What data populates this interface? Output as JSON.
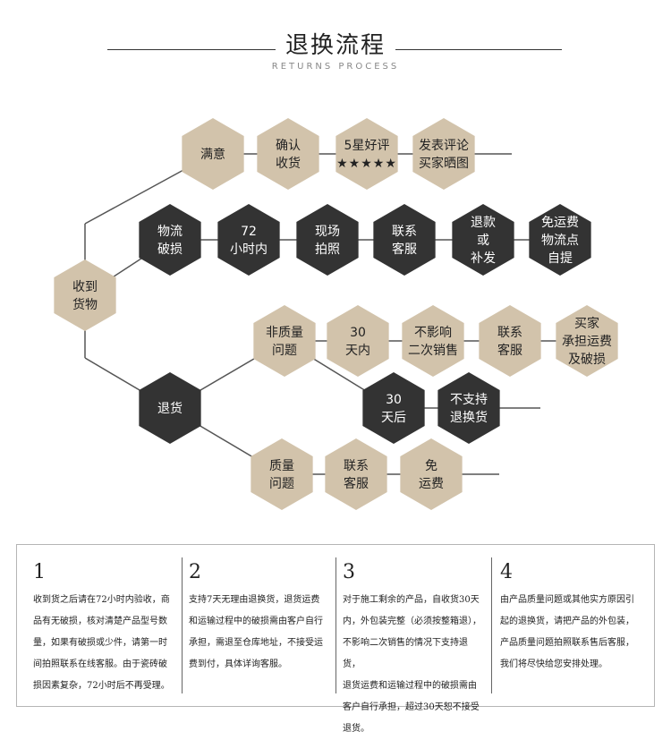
{
  "header": {
    "title": "退换流程",
    "subtitle": "RETURNS PROCESS"
  },
  "colors": {
    "tan": "#d2c3ab",
    "dark": "#333333",
    "line": "#555555",
    "text_dark_hex": "#222222",
    "text_light_hex": "#ffffff"
  },
  "flow": {
    "start": [
      "收到",
      "货物"
    ],
    "branch_satisfied": {
      "nodes": [
        [
          "满意"
        ],
        [
          "确认",
          "收货"
        ],
        [
          "5星好评",
          "★★★★★"
        ],
        [
          "发表评论",
          "买家晒图"
        ]
      ]
    },
    "branch_damaged": {
      "nodes": [
        [
          "物流",
          "破损"
        ],
        [
          "72",
          "小时内"
        ],
        [
          "现场",
          "拍照"
        ],
        [
          "联系",
          "客服"
        ],
        [
          "退款",
          "或",
          "补发"
        ],
        [
          "免运费",
          "物流点",
          "自提"
        ]
      ]
    },
    "branch_return": {
      "root": [
        "退货"
      ],
      "non_quality": [
        [
          "非质量",
          "问题"
        ],
        [
          "30",
          "天内"
        ],
        [
          "不影响",
          "二次销售"
        ],
        [
          "联系",
          "客服"
        ],
        [
          "买家",
          "承担运费",
          "及破损"
        ]
      ],
      "after_30": [
        [
          "30",
          "天后"
        ],
        [
          "不支持",
          "退换货"
        ]
      ],
      "quality": [
        [
          "质量",
          "问题"
        ],
        [
          "联系",
          "客服"
        ],
        [
          "免",
          "运费"
        ]
      ]
    }
  },
  "notes": [
    {
      "num": "1",
      "text": [
        "收到货之后请在72小时内验收，商",
        "品有无破损，核对清楚产品型号数",
        "量，如果有破损或少件，请第一时",
        "间拍照联系在线客服。由于瓷砖破",
        "损因素复杂，72小时后不再受理。"
      ]
    },
    {
      "num": "2",
      "text": [
        "支持7天无理由退换货，退货运费",
        "和运输过程中的破损需由客户自行",
        "承担，需退至仓库地址，不接受运",
        "费到付，具体详询客服。"
      ]
    },
    {
      "num": "3",
      "text": [
        "对于施工剩余的产品，自收货30天",
        "内，外包装完整（必须按整箱退），",
        "不影响二次销售的情况下支持退货，",
        "退货运费和运输过程中的破损需由",
        "客户自行承担，超过30天恕不接受",
        "退货。"
      ]
    },
    {
      "num": "4",
      "text": [
        "由产品质量问题或其他实方原因引",
        "起的退换货，请把产品的外包装，",
        "产品质量问题拍照联系售后客服，",
        "我们将尽快给您安排处理。"
      ]
    }
  ]
}
